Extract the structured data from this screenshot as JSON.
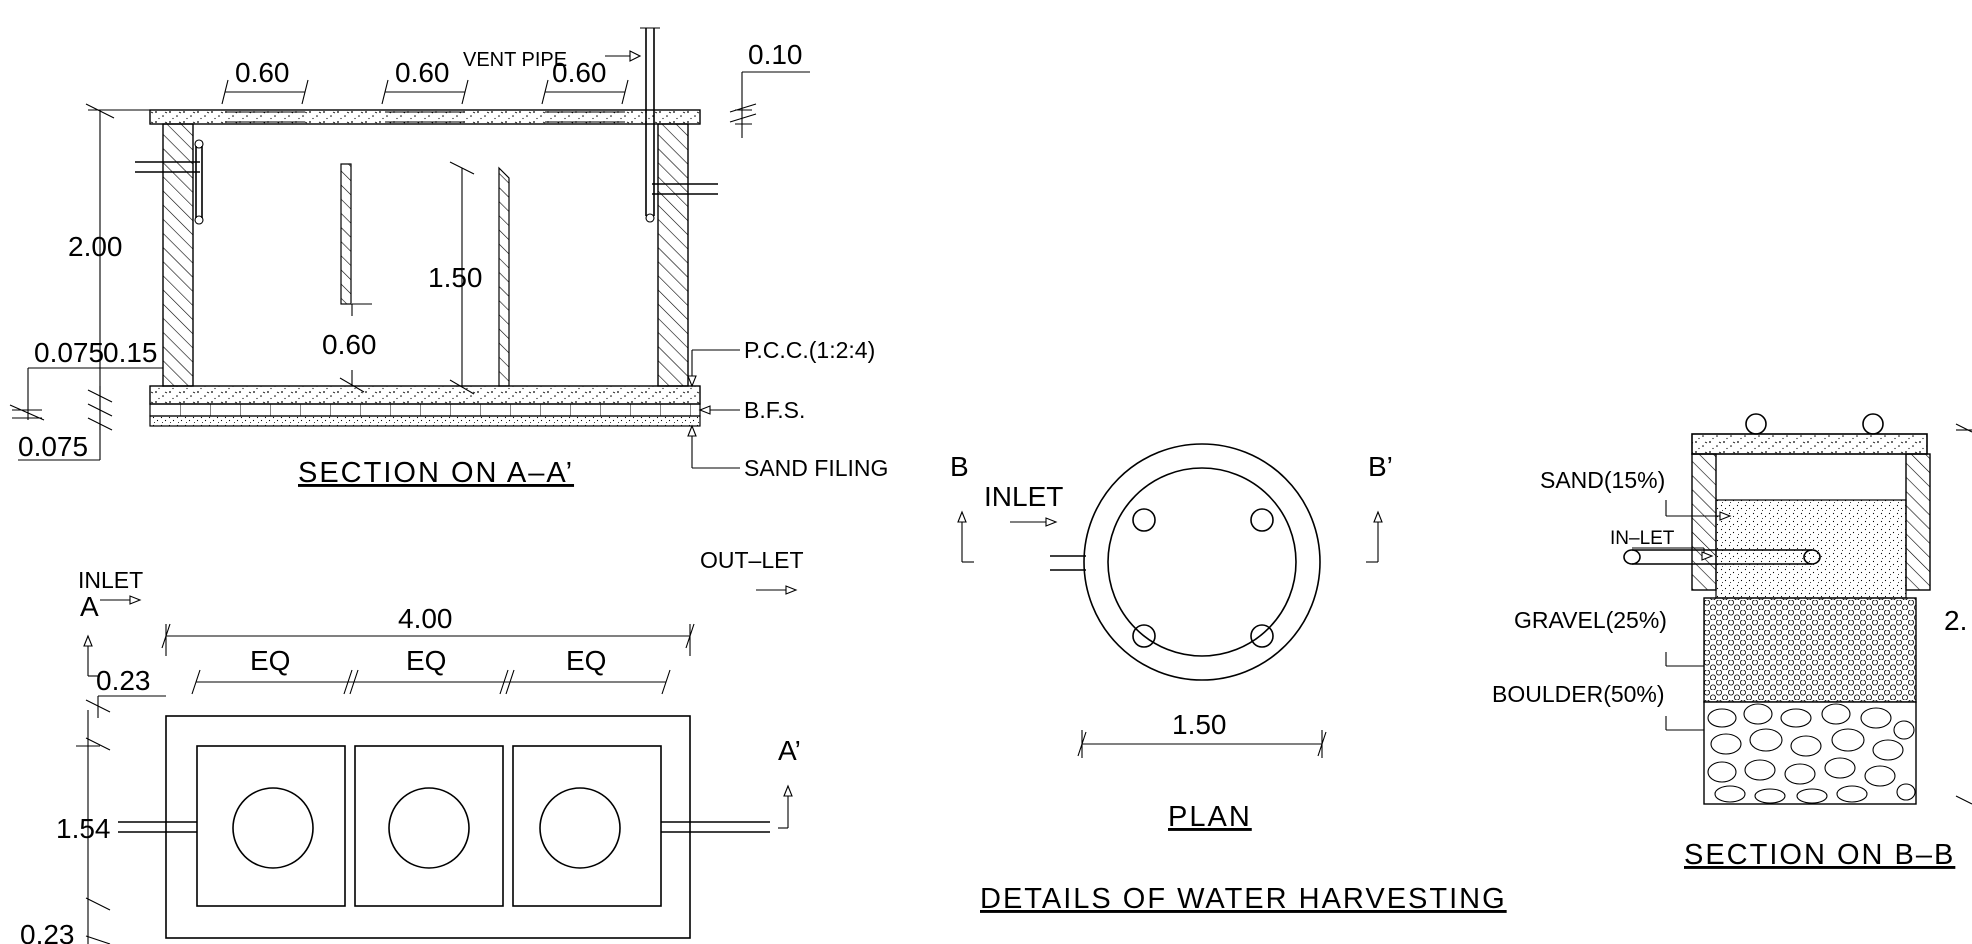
{
  "section_aa": {
    "dim_top_1": "0.60",
    "dim_top_2": "0.60",
    "dim_top_3": "0.60",
    "vent_pipe": "VENT PIPE",
    "dim_010": "0.10",
    "dim_height": "2.00",
    "dim_baffle": "1.50",
    "dim_gap": "0.60",
    "dim_0075_a": "0.075",
    "dim_015": "0.15",
    "dim_0075_b": "0.075",
    "pcc": "P.C.C.(1:2:4)",
    "bfs": "B.F.S.",
    "sand_filing": "SAND FILING",
    "title": "SECTION ON A–A’"
  },
  "plan_bottom": {
    "inlet": "INLET",
    "a": "A",
    "outlet": "OUT–LET",
    "dim_total": "4.00",
    "eq_1": "EQ",
    "eq_2": "EQ",
    "eq_3": "EQ",
    "dim_023_top": "0.23",
    "dim_154": "1.54",
    "dim_023_bot": "0.23",
    "a_prime": "A’"
  },
  "plan_circle": {
    "b": "B",
    "b_prime": "B’",
    "inlet": "INLET",
    "dim_150": "1.50",
    "title": "PLAN"
  },
  "main_title": "DETAILS OF WATER HARVESTING",
  "section_bb": {
    "sand": "SAND(15%)",
    "inlet": "IN–LET",
    "gravel": "GRAVEL(25%)",
    "boulder": "BOULDER(50%)",
    "dim_partial": "2.",
    "title": "SECTION ON B–B"
  }
}
